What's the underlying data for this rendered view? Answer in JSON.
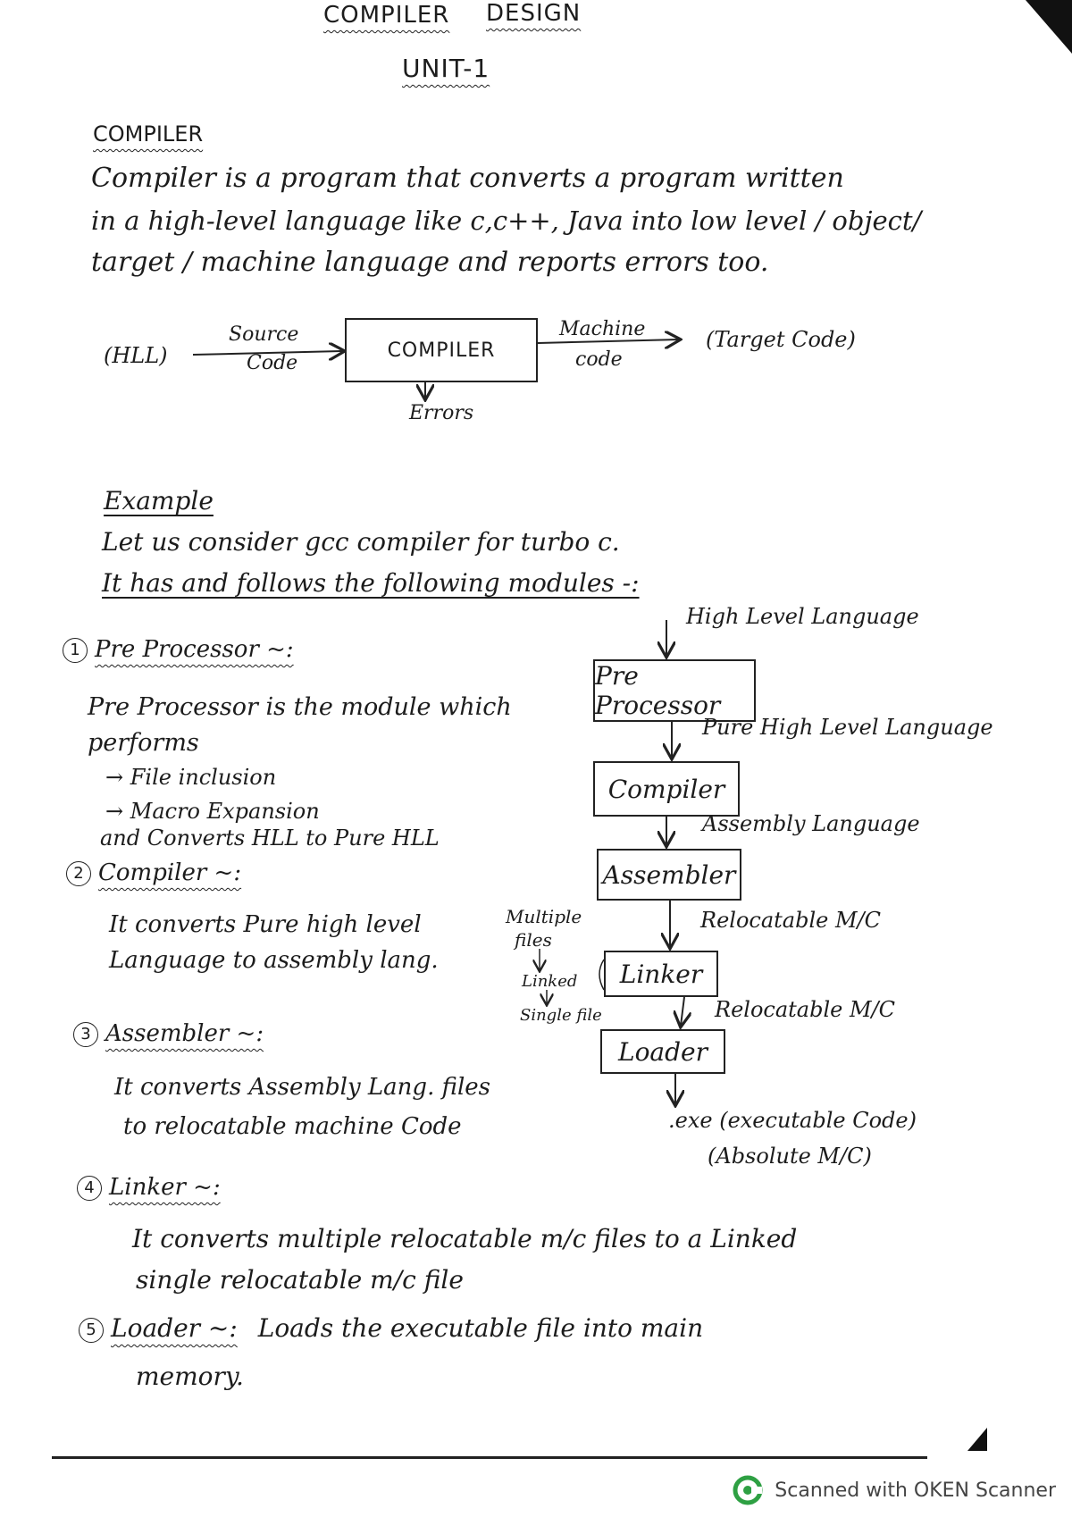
{
  "header": {
    "title_left": "COMPILER",
    "title_right": "DESIGN",
    "unit": "UNIT-1"
  },
  "compiler_section": {
    "heading": "COMPILER",
    "line1": "Compiler is a program that converts a program written",
    "line2": "in a high-level language like c,c++, Java into low level / object/",
    "line3": "target / machine language and reports errors too."
  },
  "compiler_diagram": {
    "left": "(HLL)",
    "source_label": "Source",
    "code_label": "Code",
    "box": "COMPILER",
    "machine_label": "Machine",
    "machine_code_label": "code",
    "right": "(Target Code)",
    "errors": "Errors"
  },
  "example": {
    "heading": "Example",
    "line1": "Let us consider gcc compiler for turbo c.",
    "line2": "It has and follows the following modules -:"
  },
  "modules": [
    {
      "number": "1",
      "title": "Pre Processor ~:",
      "lines": [
        "Pre Processor is the module which",
        "performs",
        "→ File inclusion",
        "→ Macro Expansion",
        "and Converts HLL to Pure HLL"
      ]
    },
    {
      "number": "2",
      "title": "Compiler ~:",
      "lines": [
        "It converts Pure high level",
        "Language to assembly lang."
      ]
    },
    {
      "number": "3",
      "title": "Assembler ~:",
      "lines": [
        "It converts Assembly Lang. files",
        "to relocatable machine Code"
      ]
    },
    {
      "number": "4",
      "title": "Linker ~:",
      "lines": [
        "It converts multiple relocatable m/c files to a Linked",
        "single relocatable m/c file"
      ]
    },
    {
      "number": "5",
      "title": "Loader ~:",
      "lines": [
        "Loads the executable file into main",
        "memory."
      ]
    }
  ],
  "flow": {
    "top_label": "High Level Language",
    "box1": "Pre Processor",
    "label1": "Pure High Level Language",
    "box2": "Compiler",
    "label2": "Assembly Language",
    "box3": "Assembler",
    "label3": "Relocatable M/C",
    "side_multiple": "Multiple",
    "side_files": "files",
    "side_linked": "Linked",
    "side_single": "Single file",
    "box4": "Linker",
    "label4": "Relocatable M/C",
    "box5": "Loader",
    "bottom1": ".exe (executable Code)",
    "bottom2": "(Absolute M/C)"
  },
  "footer": {
    "scanner": "Scanned with OKEN Scanner"
  }
}
